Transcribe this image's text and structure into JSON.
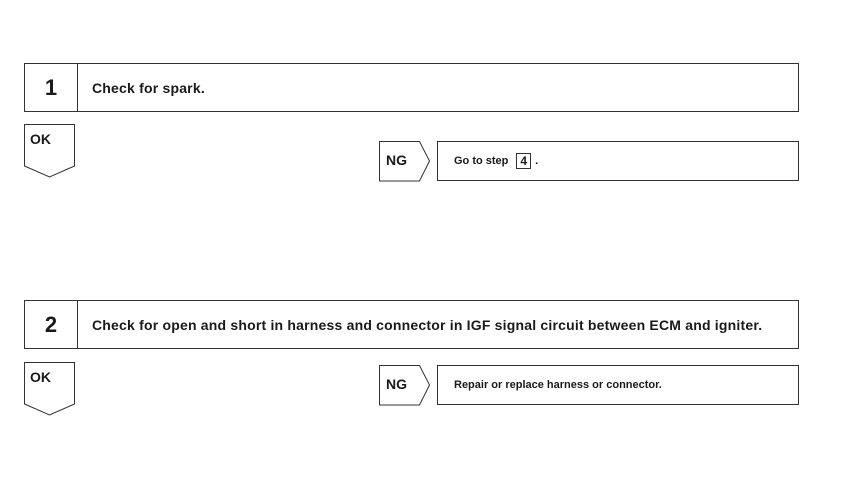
{
  "steps": [
    {
      "number": "1",
      "text": "Check for spark.",
      "ok_label": "OK",
      "ng_label": "NG",
      "ng_action_prefix": "Go to step",
      "ng_action_ref": "4",
      "ng_action_suffix": "."
    },
    {
      "number": "2",
      "text": "Check for open and short in harness and connector in IGF signal circuit between ECM and igniter.",
      "ok_label": "OK",
      "ng_label": "NG",
      "ng_action": "Repair or replace harness or connector."
    }
  ]
}
